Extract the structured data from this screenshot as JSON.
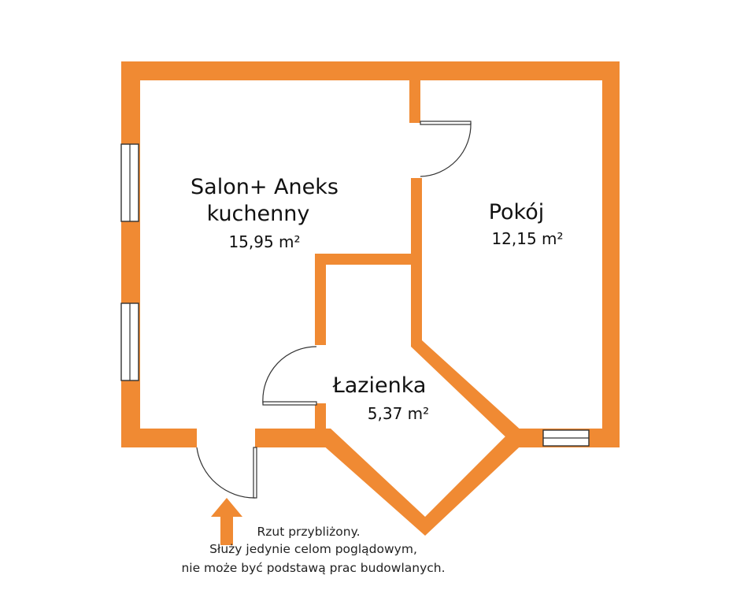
{
  "rooms": {
    "salon": {
      "name_line1": "Salon+ Aneks",
      "name_line2": "kuchenny",
      "area": "15,95 m²"
    },
    "pokoj": {
      "name": "Pokój",
      "area": "12,15 m²"
    },
    "lazienka": {
      "name": "Łazienka",
      "area": "5,37 m²"
    }
  },
  "disclaimer": {
    "line1": "Rzut przybliżony.",
    "line2": "Służy jedynie celom poglądowym,",
    "line3": "nie może być podstawą prac budowlanych."
  },
  "colors": {
    "wall": "#f08a33",
    "background": "#ffffff"
  },
  "icons": {
    "entrance": "entrance-arrow-icon"
  }
}
